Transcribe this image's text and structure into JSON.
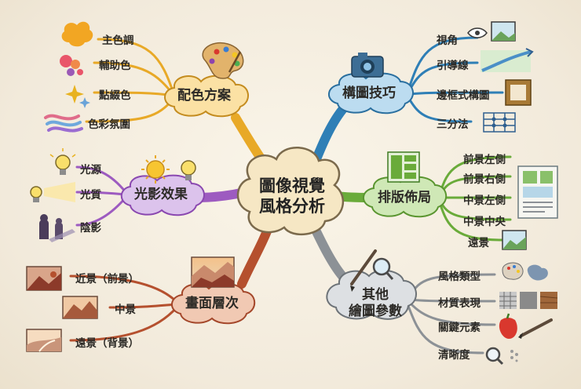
{
  "center": {
    "line1": "圖像視覺",
    "line2": "風格分析"
  },
  "branches": {
    "color": {
      "title": "配色方案",
      "color": "#e8a927",
      "items": [
        "主色調",
        "輔助色",
        "點綴色",
        "色彩氛圍"
      ]
    },
    "light": {
      "title": "光影效果",
      "color": "#9d5bc0",
      "items": [
        "光源",
        "光質",
        "陰影"
      ]
    },
    "layers": {
      "title": "畫面層次",
      "color": "#b5502e",
      "items": [
        "近景（前景）",
        "中景",
        "遠景（背景）"
      ]
    },
    "composition": {
      "title": "構圖技巧",
      "color": "#2f7fb6",
      "items": [
        "視角",
        "引導線",
        "邊框式構圖",
        "三分法"
      ]
    },
    "layout": {
      "title": "排版佈局",
      "color": "#6aab3a",
      "items": [
        "前景左側",
        "前景右側",
        "中景左側",
        "中景中央",
        "遠景"
      ]
    },
    "other": {
      "title1": "其他",
      "title2": "繪圖參數",
      "color": "#8c9196",
      "items": [
        "風格類型",
        "材質表現",
        "關鍵元素",
        "清晰度"
      ]
    }
  }
}
